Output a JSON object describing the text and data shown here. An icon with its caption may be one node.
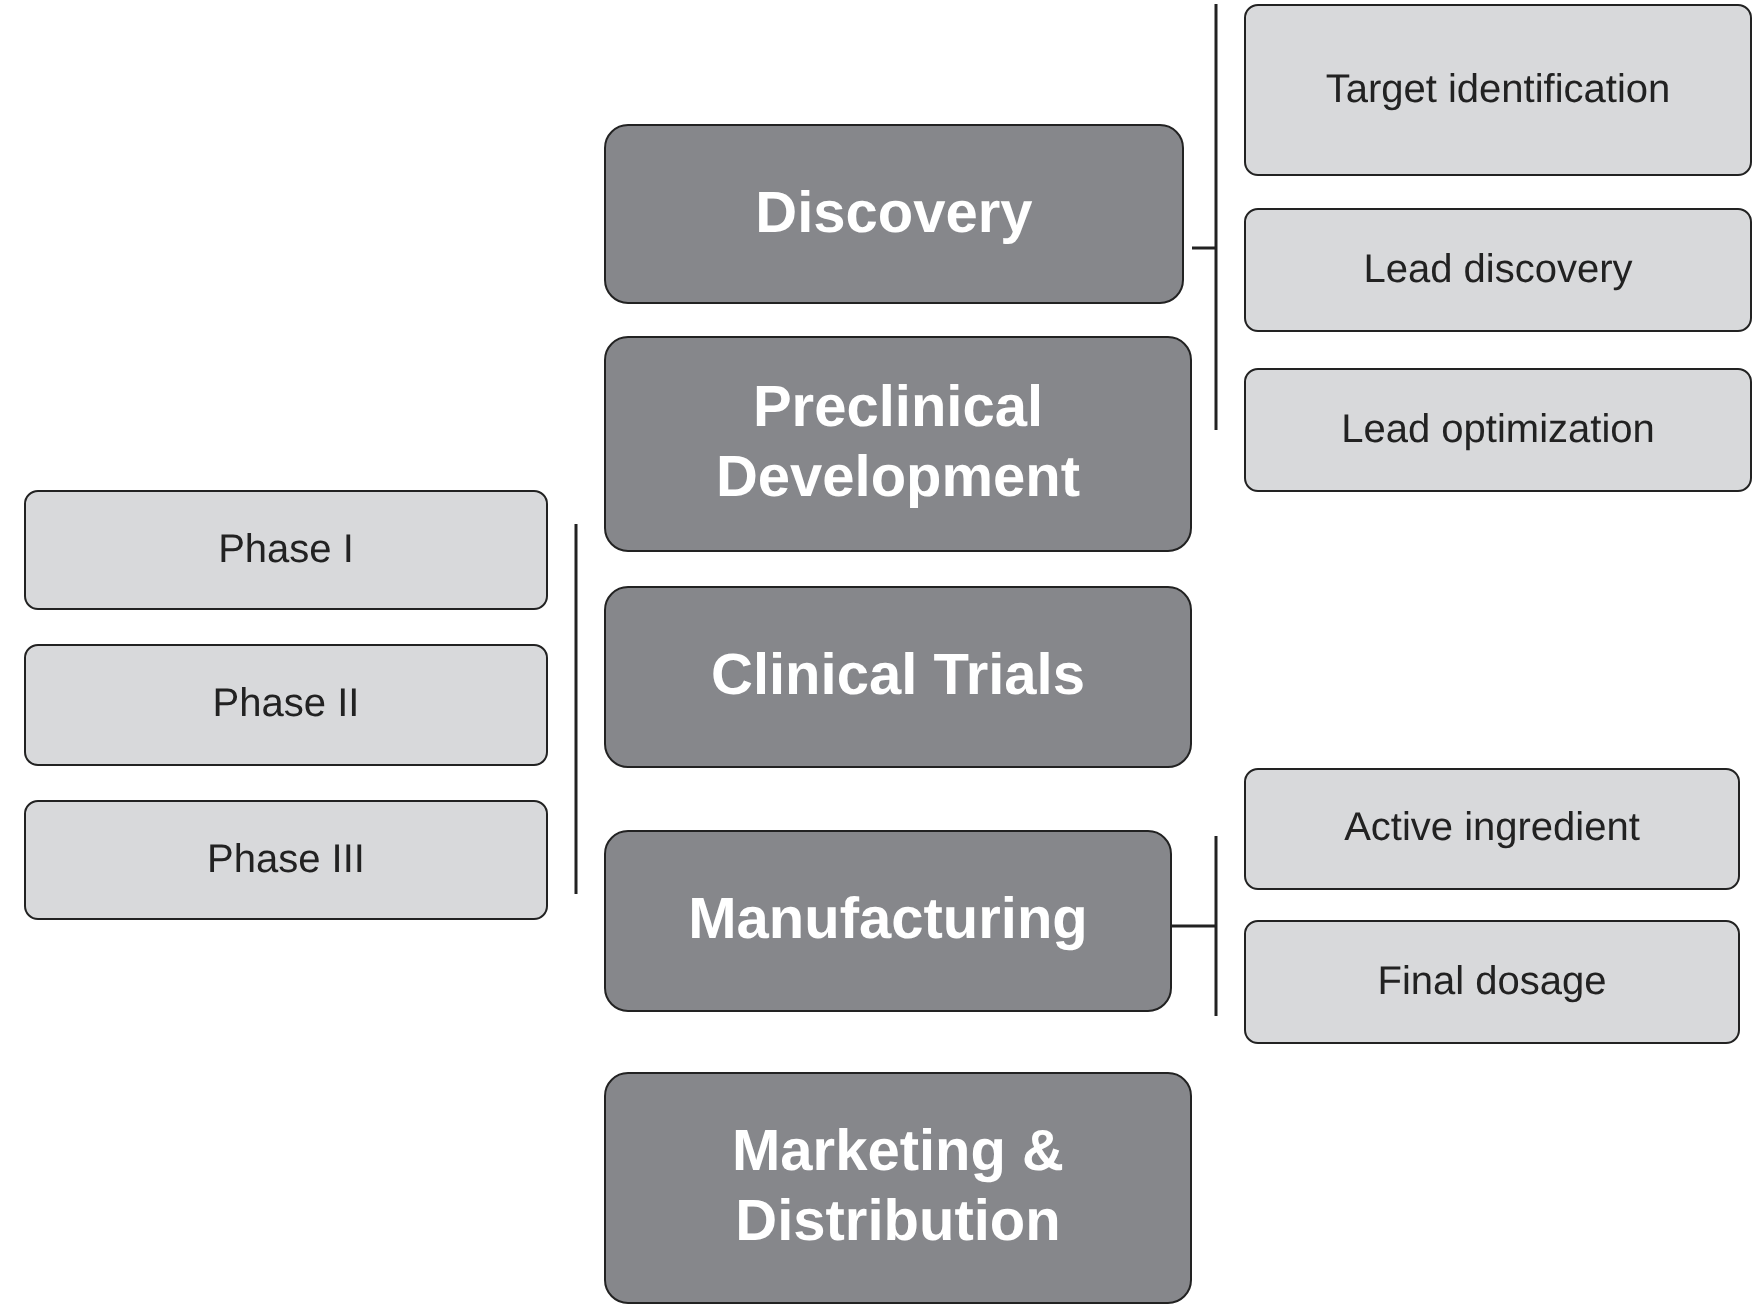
{
  "diagram": {
    "nodes": [
      {
        "text": [
          "Discovery"
        ]
      },
      {
        "text": [
          "Target identification"
        ]
      },
      {
        "text": [
          "Lead discovery"
        ]
      },
      {
        "text": [
          "Lead optimization"
        ]
      },
      {
        "text": [
          "Preclinical Development"
        ]
      },
      {
        "text": [
          "Phase I"
        ]
      },
      {
        "text": [
          "Phase II"
        ]
      },
      {
        "text": [
          "Phase III"
        ]
      },
      {
        "text": [
          "Clinical Trials"
        ]
      },
      {
        "text": [
          "Manufacturing"
        ]
      },
      {
        "text": [
          "Active ingredient"
        ]
      },
      {
        "text": [
          "Final dosage"
        ]
      },
      {
        "text": [
          "Marketing & Distribution"
        ]
      }
    ]
  }
}
